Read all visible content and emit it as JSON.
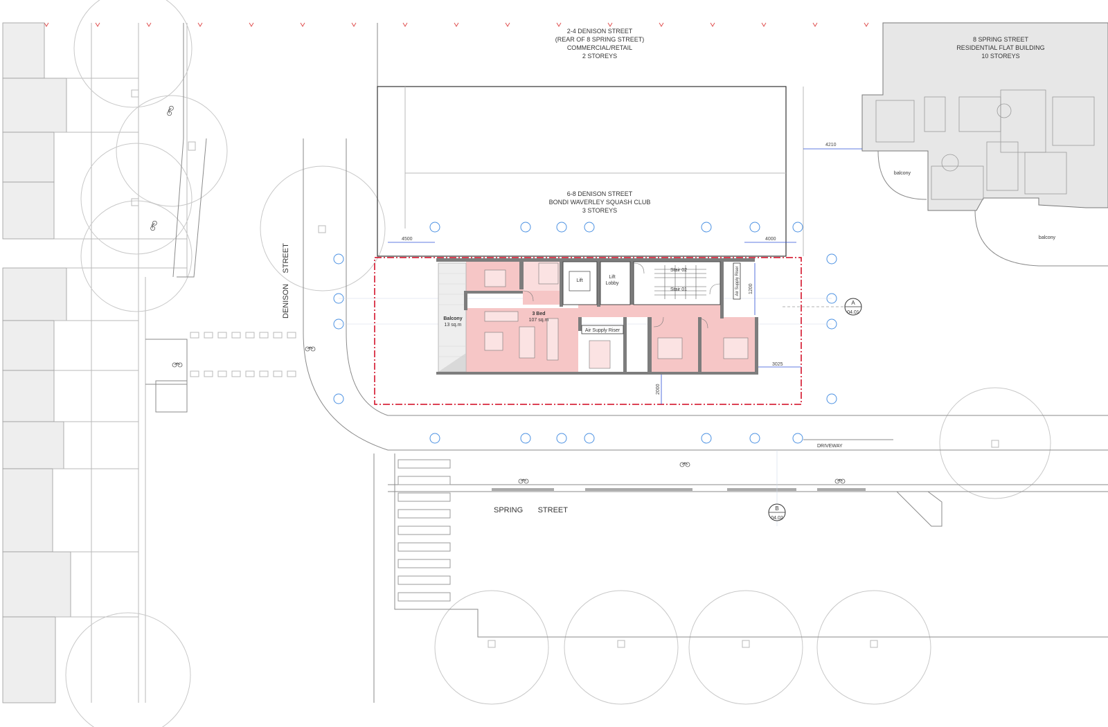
{
  "labels": {
    "rear_bldg": [
      "2-4 DENISON STREET",
      "(REAR OF 8 SPRING STREET)",
      "COMMERCIAL/RETAIL",
      "2 STOREYS"
    ],
    "squash_club": [
      "6-8 DENISON STREET",
      "BONDI WAVERLEY SQUASH CLUB",
      "3 STOREYS"
    ],
    "flat_bldg": [
      "8 SPRING STREET",
      "RESIDENTIAL FLAT BUILDING",
      "10 STOREYS"
    ],
    "street_west": "DENISON     STREET",
    "street_south": "SPRING       STREET",
    "driveway": "DRIVEWAY",
    "balcony_ne_1": "balcony",
    "balcony_ne_2": "balcony"
  },
  "units": {
    "balcony_name": "Balcony",
    "balcony_area": "13 sq.m",
    "unit_name": "3 Bed",
    "unit_area": "107 sq.m",
    "lift": "Lift",
    "lift_lobby_1": "Lift",
    "lift_lobby_2": "Lobby",
    "stair_02": "Stair 02",
    "stair_01": "Stair 01",
    "air_riser_h": "Air Supply Riser",
    "air_riser_v": "Air Supply Riser"
  },
  "dimensions": {
    "d4500": "4500",
    "d4000": "4000",
    "d4210": "4210",
    "d1200": "1200",
    "d3025": "3025",
    "d2000": "2000"
  },
  "section_markers": [
    {
      "letter": "A",
      "sheet": "04.01"
    },
    {
      "letter": "B",
      "sheet": "04.02"
    }
  ],
  "colors": {
    "site_boundary": "#d0021b",
    "unit_fill": "#f6c6c6",
    "grid_marker": "#4a90e2",
    "dimension_line": "#2b4fd6",
    "neighbour_fill": "#e7e7e7"
  },
  "icons": {
    "bicycle": "bicycle-icon",
    "section_marker": "section-marker-icon"
  }
}
